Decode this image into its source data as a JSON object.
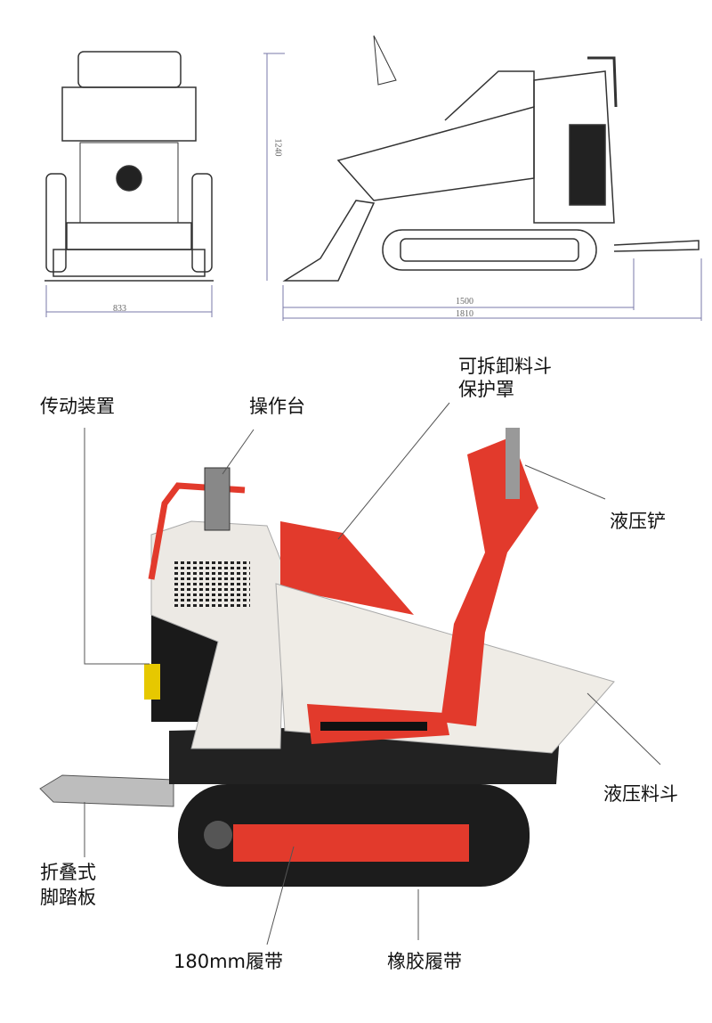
{
  "dimensions": {
    "front_width": "833",
    "height": "1240",
    "track_length": "1500",
    "total_length": "1810"
  },
  "labels": {
    "transmission": "传动装置",
    "console": "操作台",
    "hopper_guard_line1": "可拆卸料斗",
    "hopper_guard_line2": "保护罩",
    "hydraulic_shovel": "液压铲",
    "hydraulic_hopper": "液压料斗",
    "footboard_line1": "折叠式",
    "footboard_line2": "脚踏板",
    "track_width": "180mm履带",
    "rubber_track": "橡胶履带"
  },
  "colors": {
    "accent_red": "#e23a2c",
    "body_white": "#ece9e4",
    "track_black": "#1c1c1c",
    "drawing_line": "#333333",
    "dim_line": "#7a7aa8"
  }
}
